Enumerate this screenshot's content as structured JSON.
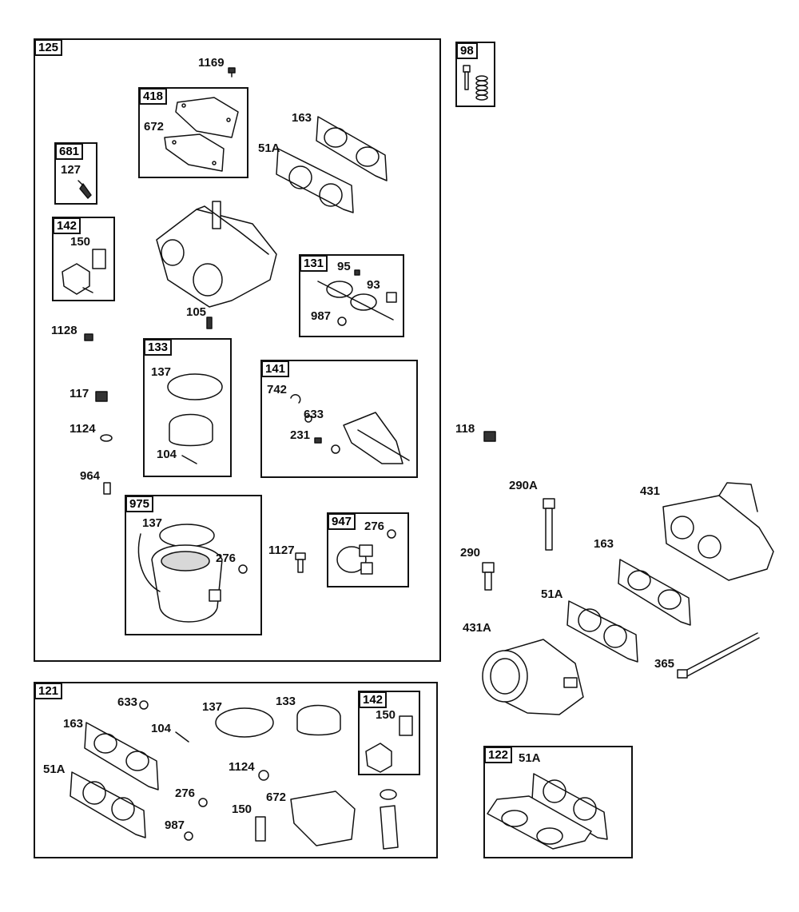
{
  "frames": {
    "f125": "125",
    "f98": "98",
    "f418": "418",
    "f681": "681",
    "f142a": "142",
    "f131": "131",
    "f133": "133",
    "f141": "141",
    "f975": "975",
    "f947": "947",
    "f121": "121",
    "f142b": "142",
    "f122": "122"
  },
  "labels": {
    "l1169": "1169",
    "l672a": "672",
    "l163a": "163",
    "l51Aa": "51A",
    "l127": "127",
    "l150a": "150",
    "l95": "95",
    "l93": "93",
    "l987a": "987",
    "l105": "105",
    "l1128": "1128",
    "l137a": "137",
    "l742": "742",
    "l633a": "633",
    "l231": "231",
    "l117": "117",
    "l1124a": "1124",
    "l104a": "104",
    "l964": "964",
    "l137b": "137",
    "l276a": "276",
    "l1127": "1127",
    "l276b": "276",
    "l118": "118",
    "l290A": "290A",
    "l431": "431",
    "l163b": "163",
    "l290": "290",
    "l51Ab": "51A",
    "l431A": "431A",
    "l365": "365",
    "l633b": "633",
    "l137c": "137",
    "l133": "133",
    "l163c": "163",
    "l104b": "104",
    "l150b": "150",
    "l51Ac": "51A",
    "l1124b": "1124",
    "l276c": "276",
    "l150c": "150",
    "l672b": "672",
    "l987b": "987",
    "l51Ad": "51A"
  }
}
